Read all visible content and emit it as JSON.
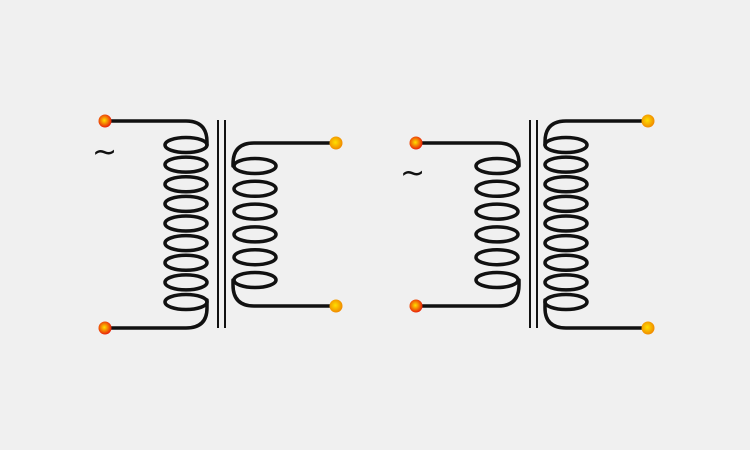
{
  "diagram": {
    "transformers": [
      {
        "id": "left",
        "primary_turns": 9,
        "secondary_turns": 6,
        "ac_symbol": "~"
      },
      {
        "id": "right",
        "primary_turns": 6,
        "secondary_turns": 9,
        "ac_symbol": "~"
      }
    ],
    "colors": {
      "background": "#f0f0f0",
      "wire": "#111111",
      "primary_terminal": "#e8200a",
      "secondary_terminal": "#f0a000",
      "terminal_center": "#ffe000"
    }
  }
}
